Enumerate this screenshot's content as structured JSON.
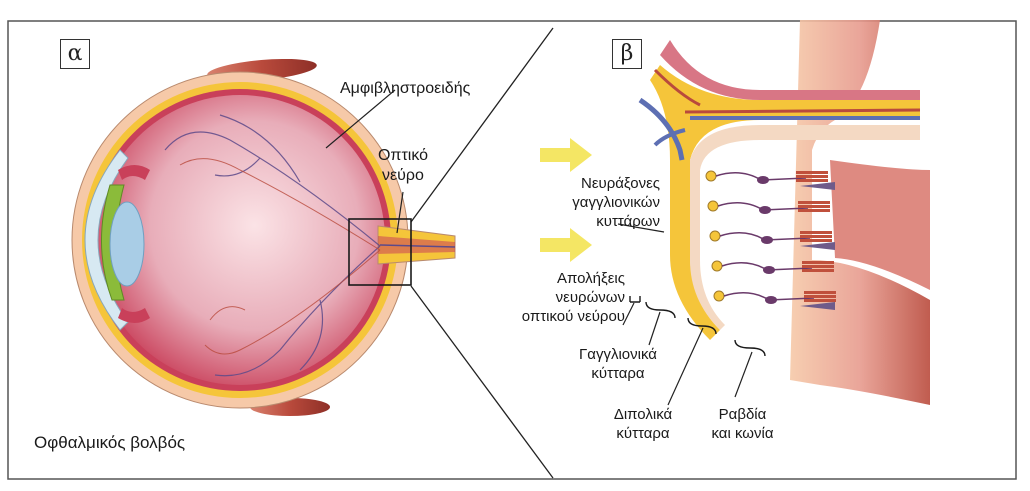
{
  "panels": {
    "a": {
      "letter": "α",
      "eyeball_label": "Οφθαλμικός βολβός",
      "retina_label": "Αμφιβληστροειδής",
      "optic_nerve_label": [
        "Οπτικό",
        "νεύρο"
      ]
    },
    "b": {
      "letter": "β",
      "ganglion_axons_label": [
        "Νευράξονες",
        "γαγγλιονικών",
        "κυττάρων"
      ],
      "optic_nerve_endings_label": [
        "Απολήξεις",
        "νευρώνων",
        "οπτικού νεύρου"
      ],
      "ganglion_cells_label": [
        "Γαγγλιονικά",
        "κύτταρα"
      ],
      "bipolar_cells_label": [
        "Διπολικά",
        "κύτταρα"
      ],
      "rods_cones_label": [
        "Ραβδία",
        "και κωνία"
      ]
    }
  },
  "colors": {
    "frame": "#555555",
    "sclera": "#f6c9a8",
    "choroid": "#f5c53a",
    "retina": "#c9405a",
    "vitreous": "#e9b7c1",
    "iris": "#8bbb3a",
    "lens": "#a9cde6",
    "muscle": "#b94a3c",
    "nerve_cell": "#6a3a6a",
    "light_arrow": "#f3e24a"
  }
}
